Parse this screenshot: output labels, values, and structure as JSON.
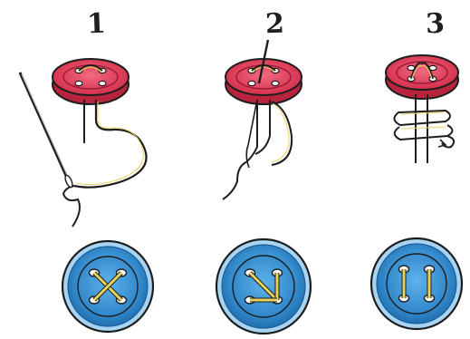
{
  "steps": [
    {
      "number": "1"
    },
    {
      "number": "2"
    },
    {
      "number": "3"
    }
  ],
  "colors": {
    "red_button": "#e23a55",
    "red_button_dark": "#b8233d",
    "blue_button": "#3e97d8",
    "blue_button_light": "#8fc6ee",
    "blue_button_dark": "#1f5f9a",
    "thread": "#e8d35a",
    "outline": "#1d1d1d",
    "needle": "#9a9a9a"
  },
  "icons": [
    "needle-icon",
    "red-button-icon",
    "blue-button-icon",
    "thread-icon"
  ]
}
